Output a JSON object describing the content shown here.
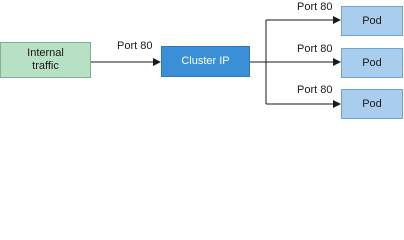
{
  "internal_traffic": {
    "line1": "Internal",
    "line2": "traffic"
  },
  "cluster_ip": {
    "label": "Cluster IP"
  },
  "pods": [
    {
      "label": "Pod",
      "port_label": "Port 80"
    },
    {
      "label": "Pod",
      "port_label": "Port 80"
    },
    {
      "label": "Pod",
      "port_label": "Port 80"
    }
  ],
  "incoming": {
    "port_label": "Port 80"
  },
  "colors": {
    "internal_fill": "#b8e0c4",
    "cluster_fill": "#3a8fd6",
    "pod_fill": "#a9cdec",
    "arrow": "#1a1a1a"
  }
}
